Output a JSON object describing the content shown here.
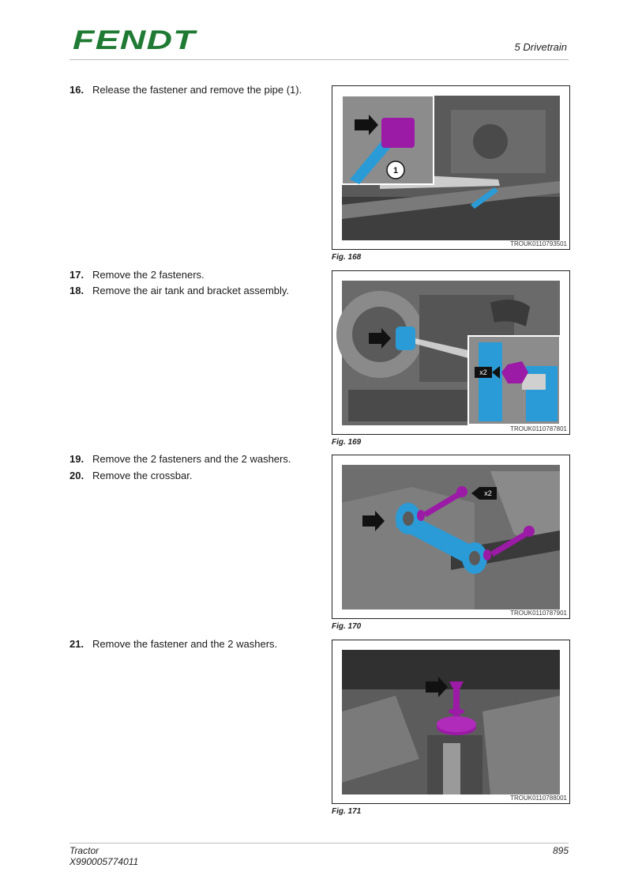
{
  "header": {
    "brand": "FENDT",
    "section": "5 Drivetrain",
    "brand_color": "#1f7a33"
  },
  "steps": [
    {
      "number": "16.",
      "text": "Release the fastener and remove the pipe (1)."
    },
    {
      "number": "17.",
      "text": "Remove the 2 fasteners."
    },
    {
      "number": "18.",
      "text": "Remove the air tank and bracket assembly."
    },
    {
      "number": "19.",
      "text": "Remove the 2 fasteners and the 2 washers."
    },
    {
      "number": "20.",
      "text": "Remove the crossbar."
    },
    {
      "number": "21.",
      "text": "Remove the fastener and the 2 washers."
    }
  ],
  "figures": [
    {
      "caption": "Fig. 168",
      "code": "TROUK0110793501",
      "callout": "1"
    },
    {
      "caption": "Fig. 169",
      "code": "TROUK0110787801",
      "callout": "x2"
    },
    {
      "caption": "Fig. 170",
      "code": "TROUK0110787901",
      "callout": "x2"
    },
    {
      "caption": "Fig. 171",
      "code": "TROUK0110788001"
    }
  ],
  "colors": {
    "highlight_blue": "#2a9bd6",
    "highlight_purple": "#9b1aa6"
  },
  "footer": {
    "product": "Tractor",
    "document_number": "X990005774011",
    "page_number": "895"
  }
}
